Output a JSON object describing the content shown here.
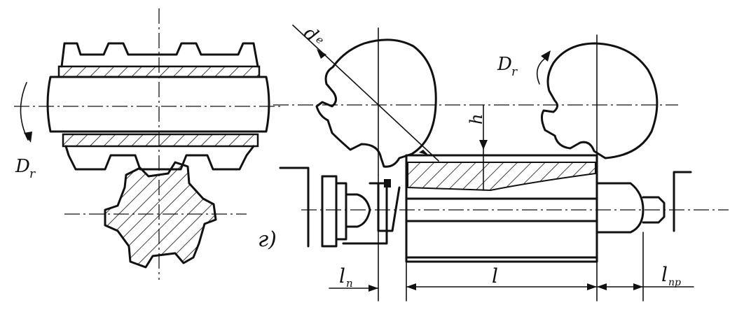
{
  "labels": {
    "left_rotation": "D",
    "left_rotation_sub": "r",
    "right_rotation": "D",
    "right_rotation_sub": "r",
    "cutter_diameter": "d",
    "cutter_diameter_sub": "e",
    "depth": "h",
    "figure_mark": "г)",
    "approach_length": "l",
    "approach_length_sub": "п",
    "cut_length": "l",
    "overrun_length": "l",
    "overrun_length_sub": "пр"
  },
  "colors": {
    "ink": "#111111",
    "paper": "#ffffff"
  }
}
